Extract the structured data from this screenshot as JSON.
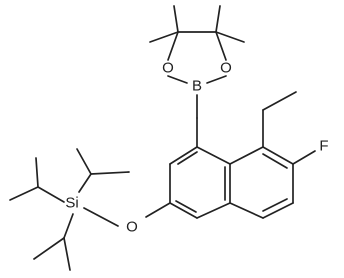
{
  "structure": {
    "atoms": {
      "boron": "B",
      "oxygen_upper_left": "O",
      "oxygen_upper_right": "O",
      "fluorine": "F",
      "silicon": "Si",
      "oxygen_ether": "O"
    }
  },
  "colors": {
    "ink": "#222222",
    "background": "#ffffff"
  }
}
